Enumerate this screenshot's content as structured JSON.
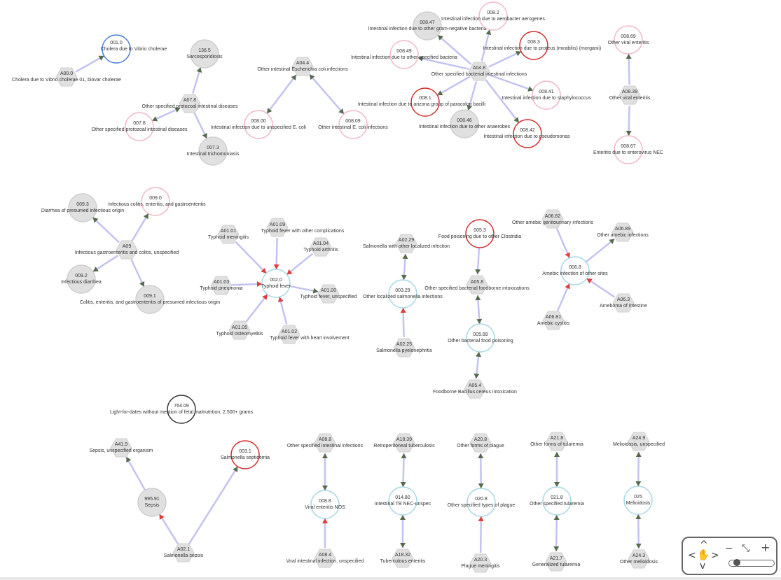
{
  "colors": {
    "edge": "#c3c3f2",
    "arrow_dark": "#556b4a",
    "arrow_red": "#e23b3b",
    "gray_fill": "#e0e0e0",
    "gray_stroke": "#cfcfcf",
    "pink_stroke": "#f1b8c6",
    "red_stroke": "#d32f2f",
    "blue_stroke": "#4a7fd6",
    "lightblue_stroke": "#a6d8e6",
    "dark_stroke": "#333333"
  },
  "nodes": [
    {
      "id": "n001_0",
      "shape": "circle",
      "style": "blue",
      "code": "001.0",
      "label": "Cholera due to Vibrio cholerae"
    },
    {
      "id": "nA00_0",
      "shape": "hex",
      "style": "gray",
      "code": "A00.0",
      "label": "Cholera due to Vibrio cholerae 01, biovar cholerae"
    },
    {
      "id": "n136_5",
      "shape": "circle",
      "style": "gray",
      "code": "136.5",
      "label": "Sarcosporidiosis"
    },
    {
      "id": "nA07_8",
      "shape": "hex",
      "style": "gray",
      "code": "A07.8",
      "label": "Other specified protozoal intestinal diseases"
    },
    {
      "id": "n007_8",
      "shape": "circle",
      "style": "pink",
      "code": "007.8",
      "label": "Other specified protozoal intestinal diseases"
    },
    {
      "id": "n007_3",
      "shape": "circle",
      "style": "gray",
      "code": "007.3",
      "label": "Intestinal trichomoniasis"
    },
    {
      "id": "nA04_4",
      "shape": "hex",
      "style": "gray",
      "code": "A04.4",
      "label": "Other intestinal Escherichia coli infections"
    },
    {
      "id": "n008_00",
      "shape": "circle",
      "style": "pink",
      "code": "008.00",
      "label": "Intestinal infection due to unspecified E. coli"
    },
    {
      "id": "n008_09",
      "shape": "circle",
      "style": "pink",
      "code": "008.09",
      "label": "Other intestinal E. coli infections"
    },
    {
      "id": "n008_47",
      "shape": "circle",
      "style": "gray",
      "code": "008.47",
      "label": "Intestinal infection due to other gram-negative bacteria"
    },
    {
      "id": "n008_2",
      "shape": "circle",
      "style": "pink",
      "code": "008.2",
      "label": "Intestinal infection due to aerobacter aerogenes"
    },
    {
      "id": "n008_49",
      "shape": "circle",
      "style": "pink",
      "code": "008.49",
      "label": "Intestinal infection due to other specified bacteria"
    },
    {
      "id": "n008_3",
      "shape": "circle",
      "style": "red",
      "code": "008.3",
      "label": "Intestinal infection due to proteus (mirabilis) (morganii)"
    },
    {
      "id": "nA04_8",
      "shape": "hex",
      "style": "gray",
      "code": "A04.8",
      "label": "Other specified bacterial intestinal infections"
    },
    {
      "id": "n008_41",
      "shape": "circle",
      "style": "pink",
      "code": "008.41",
      "label": "Intestinal infection due to staphylococcus"
    },
    {
      "id": "n008_1",
      "shape": "circle",
      "style": "red",
      "code": "008.1",
      "label": "Intestinal infection due to arizona group of paracolon bacilli"
    },
    {
      "id": "n008_46",
      "shape": "circle",
      "style": "gray",
      "code": "008.46",
      "label": "Intestinal infection due to other anaerobes"
    },
    {
      "id": "n008_42",
      "shape": "circle",
      "style": "red",
      "code": "008.42",
      "label": "Intestinal infection due to pseudomonas"
    },
    {
      "id": "n008_69",
      "shape": "circle",
      "style": "pink",
      "code": "008.69",
      "label": "Other viral enteritis"
    },
    {
      "id": "nA08_39",
      "shape": "hex",
      "style": "gray",
      "code": "A08.39",
      "label": "Other viral enteritis"
    },
    {
      "id": "n008_67",
      "shape": "circle",
      "style": "pink",
      "code": "008.67",
      "label": "Enteritis due to enterovirus NEC"
    },
    {
      "id": "n009_3",
      "shape": "circle",
      "style": "gray",
      "code": "009.3",
      "label": "Diarrhea of presumed infectious origin"
    },
    {
      "id": "n009_0",
      "shape": "circle",
      "style": "pink",
      "code": "009.0",
      "label": "Infectious colitis, enteritis, and gastroenteritis"
    },
    {
      "id": "nA09",
      "shape": "hex",
      "style": "gray",
      "code": "A09",
      "label": "Infectious gastroenteritis and colitis, unspecified"
    },
    {
      "id": "n009_2",
      "shape": "circle",
      "style": "gray",
      "code": "009.2",
      "label": "Infectious diarrhea"
    },
    {
      "id": "n009_1",
      "shape": "circle",
      "style": "gray",
      "code": "009.1",
      "label": "Colitis, enteritis, and gastroenteritis of presumed infectious origin"
    },
    {
      "id": "nA01_01",
      "shape": "hex",
      "style": "gray",
      "code": "A01.01",
      "label": "Typhoid meningitis"
    },
    {
      "id": "nA01_09",
      "shape": "hex",
      "style": "gray",
      "code": "A01.09",
      "label": "Typhoid fever with other complications"
    },
    {
      "id": "nA01_04",
      "shape": "hex",
      "style": "gray",
      "code": "A01.04",
      "label": "Typhoid arthritis"
    },
    {
      "id": "nA01_03",
      "shape": "hex",
      "style": "gray",
      "code": "A01.03",
      "label": "Typhoid pneumonia"
    },
    {
      "id": "n002_0",
      "shape": "circle",
      "style": "lightblue",
      "code": "002.0",
      "label": "Typhoid fever"
    },
    {
      "id": "nA01_00",
      "shape": "hex",
      "style": "gray",
      "code": "A01.00",
      "label": "Typhoid fever, unspecified"
    },
    {
      "id": "nA01_05",
      "shape": "hex",
      "style": "gray",
      "code": "A01.05",
      "label": "Typhoid osteomyelitis"
    },
    {
      "id": "nA01_02",
      "shape": "hex",
      "style": "gray",
      "code": "A01.02",
      "label": "Typhoid fever with heart involvement"
    },
    {
      "id": "nA02_29",
      "shape": "hex",
      "style": "gray",
      "code": "A02.29",
      "label": "Salmonella with other localized infection"
    },
    {
      "id": "n003_29",
      "shape": "circle",
      "style": "lightblue",
      "code": "003.29",
      "label": "Other localized salmonella infections"
    },
    {
      "id": "nA02_25",
      "shape": "hex",
      "style": "gray",
      "code": "A02.25",
      "label": "Salmonella pyelonephritis"
    },
    {
      "id": "n005_3",
      "shape": "circle",
      "style": "red",
      "code": "005.3",
      "label": "Food poisoning due to other Clostridia"
    },
    {
      "id": "nA05_8",
      "shape": "hex",
      "style": "gray",
      "code": "A05.8",
      "label": "Other specified bacterial foodborne intoxications"
    },
    {
      "id": "n005_89",
      "shape": "circle",
      "style": "lightblue",
      "code": "005.89",
      "label": "Other bacterial food poisoning"
    },
    {
      "id": "nA05_4",
      "shape": "hex",
      "style": "gray",
      "code": "A05.4",
      "label": "Foodborne Bacillus cereus intoxication"
    },
    {
      "id": "nA06_82",
      "shape": "hex",
      "style": "gray",
      "code": "A06.82",
      "label": "Other amebic genitourinary infections"
    },
    {
      "id": "nA06_89",
      "shape": "hex",
      "style": "gray",
      "code": "A06.89",
      "label": "Other amebic infections"
    },
    {
      "id": "n006_8",
      "shape": "circle",
      "style": "lightblue",
      "code": "006.8",
      "label": "Amebic infection of other sites"
    },
    {
      "id": "nA06_3",
      "shape": "hex",
      "style": "gray",
      "code": "A06.3",
      "label": "Ameboma of intestine"
    },
    {
      "id": "nA06_81",
      "shape": "hex",
      "style": "gray",
      "code": "A06.81",
      "label": "Amebic cystitis"
    },
    {
      "id": "n764_09",
      "shape": "circle",
      "style": "dark",
      "code": "764.09",
      "label": "Light-for-dates without mention of fetal malnutrition, 2,500+ grams"
    },
    {
      "id": "nA41_9",
      "shape": "hex",
      "style": "gray",
      "code": "A41.9",
      "label": "Sepsis, unspecified organism"
    },
    {
      "id": "n003_1",
      "shape": "circle",
      "style": "red",
      "code": "003.1",
      "label": "Salmonella septicemia"
    },
    {
      "id": "n995_91",
      "shape": "circle",
      "style": "gray",
      "code": "995.91",
      "label": "Sepsis"
    },
    {
      "id": "nA02_1",
      "shape": "hex",
      "style": "gray",
      "code": "A02.1",
      "label": "Salmonella sepsis"
    },
    {
      "id": "nA08_8",
      "shape": "hex",
      "style": "gray",
      "code": "A08.8",
      "label": "Other specified intestinal infections"
    },
    {
      "id": "n008_8",
      "shape": "circle",
      "style": "lightblue",
      "code": "008.8",
      "label": "Viral enteritis NOS"
    },
    {
      "id": "nA08_4",
      "shape": "hex",
      "style": "gray",
      "code": "A08.4",
      "label": "Viral intestinal infection, unspecified"
    },
    {
      "id": "nA18_39",
      "shape": "hex",
      "style": "gray",
      "code": "A18.39",
      "label": "Retroperitoneal tuberculosis"
    },
    {
      "id": "n014_80",
      "shape": "circle",
      "style": "lightblue",
      "code": "014.80",
      "label": "Intestinal TB NEC-unspec"
    },
    {
      "id": "nA18_32",
      "shape": "hex",
      "style": "gray",
      "code": "A18.32",
      "label": "Tuberculous enteritis"
    },
    {
      "id": "nA20_8",
      "shape": "hex",
      "style": "gray",
      "code": "A20.8",
      "label": "Other forms of plague"
    },
    {
      "id": "n020_8",
      "shape": "circle",
      "style": "lightblue",
      "code": "020.8",
      "label": "Other specified types of plague"
    },
    {
      "id": "nA20_3",
      "shape": "hex",
      "style": "gray",
      "code": "A20.3",
      "label": "Plague meningitis"
    },
    {
      "id": "nA21_8",
      "shape": "hex",
      "style": "gray",
      "code": "A21.8",
      "label": "Other forms of tularemia"
    },
    {
      "id": "n021_8",
      "shape": "circle",
      "style": "lightblue",
      "code": "021.8",
      "label": "Other specified tularemia"
    },
    {
      "id": "nA21_7",
      "shape": "hex",
      "style": "gray",
      "code": "A21.7",
      "label": "Generalized tularemia"
    },
    {
      "id": "nA24_9",
      "shape": "hex",
      "style": "gray",
      "code": "A24.9",
      "label": "Melioidosis, unspecified"
    },
    {
      "id": "n025",
      "shape": "circle",
      "style": "lightblue",
      "code": "025",
      "label": "Melioidosis"
    },
    {
      "id": "nA24_3",
      "shape": "hex",
      "style": "gray",
      "code": "A24.3",
      "label": "Other melioidosis"
    }
  ],
  "edges": [
    {
      "from": "nA00_0",
      "to": "n001_0",
      "arrows": "end",
      "color": "dark"
    },
    {
      "from": "nA07_8",
      "to": "n136_5",
      "arrows": "end",
      "color": "dark"
    },
    {
      "from": "nA07_8",
      "to": "n007_8",
      "arrows": "both",
      "color": "dark"
    },
    {
      "from": "nA07_8",
      "to": "n007_3",
      "arrows": "end",
      "color": "dark"
    },
    {
      "from": "nA04_4",
      "to": "n008_00",
      "arrows": "both",
      "color": "dark"
    },
    {
      "from": "nA04_4",
      "to": "n008_09",
      "arrows": "both",
      "color": "dark"
    },
    {
      "from": "nA04_8",
      "to": "n008_47",
      "arrows": "end",
      "color": "dark"
    },
    {
      "from": "nA04_8",
      "to": "n008_2",
      "arrows": "end",
      "color": "dark"
    },
    {
      "from": "nA04_8",
      "to": "n008_49",
      "arrows": "end",
      "color": "dark"
    },
    {
      "from": "nA04_8",
      "to": "n008_3",
      "arrows": "end",
      "color": "dark"
    },
    {
      "from": "nA04_8",
      "to": "n008_41",
      "arrows": "end",
      "color": "dark"
    },
    {
      "from": "nA04_8",
      "to": "n008_1",
      "arrows": "end",
      "color": "dark"
    },
    {
      "from": "nA04_8",
      "to": "n008_46",
      "arrows": "end",
      "color": "dark"
    },
    {
      "from": "nA04_8",
      "to": "n008_42",
      "arrows": "end",
      "color": "dark"
    },
    {
      "from": "nA08_39",
      "to": "n008_69",
      "arrows": "end",
      "color": "dark"
    },
    {
      "from": "nA08_39",
      "to": "n008_67",
      "arrows": "end",
      "color": "dark"
    },
    {
      "from": "nA09",
      "to": "n009_3",
      "arrows": "end",
      "color": "dark"
    },
    {
      "from": "nA09",
      "to": "n009_0",
      "arrows": "end",
      "color": "dark"
    },
    {
      "from": "nA09",
      "to": "n009_2",
      "arrows": "end",
      "color": "dark"
    },
    {
      "from": "nA09",
      "to": "n009_1",
      "arrows": "end",
      "color": "dark"
    },
    {
      "from": "nA01_01",
      "to": "n002_0",
      "arrows": "end",
      "color": "red"
    },
    {
      "from": "nA01_09",
      "to": "n002_0",
      "arrows": "end",
      "color": "red"
    },
    {
      "from": "nA01_04",
      "to": "n002_0",
      "arrows": "end",
      "color": "red"
    },
    {
      "from": "nA01_03",
      "to": "n002_0",
      "arrows": "end",
      "color": "red"
    },
    {
      "from": "n002_0",
      "to": "nA01_00",
      "arrows": "end",
      "color": "dark"
    },
    {
      "from": "nA01_05",
      "to": "n002_0",
      "arrows": "end",
      "color": "red"
    },
    {
      "from": "nA01_02",
      "to": "n002_0",
      "arrows": "end",
      "color": "red"
    },
    {
      "from": "nA02_29",
      "to": "n003_29",
      "arrows": "both",
      "color": "dark"
    },
    {
      "from": "nA02_25",
      "to": "n003_29",
      "arrows": "end",
      "color": "red"
    },
    {
      "from": "n005_3",
      "to": "nA05_8",
      "arrows": "end",
      "color": "dark"
    },
    {
      "from": "nA05_8",
      "to": "n005_89",
      "arrows": "both",
      "color": "dark"
    },
    {
      "from": "nA05_4",
      "to": "n005_89",
      "arrows": "both",
      "color": "dark"
    },
    {
      "from": "nA06_82",
      "to": "n006_8",
      "arrows": "end",
      "color": "red"
    },
    {
      "from": "n006_8",
      "to": "nA06_89",
      "arrows": "end",
      "color": "dark"
    },
    {
      "from": "nA06_3",
      "to": "n006_8",
      "arrows": "end",
      "color": "red"
    },
    {
      "from": "nA06_81",
      "to": "n006_8",
      "arrows": "end",
      "color": "red"
    },
    {
      "from": "n995_91",
      "to": "nA41_9",
      "arrows": "end",
      "color": "dark"
    },
    {
      "from": "nA02_1",
      "to": "n995_91",
      "arrows": "end",
      "color": "red"
    },
    {
      "from": "nA02_1",
      "to": "n003_1",
      "arrows": "end",
      "color": "dark"
    },
    {
      "from": "nA08_8",
      "to": "n008_8",
      "arrows": "both",
      "color": "dark"
    },
    {
      "from": "nA08_4",
      "to": "n008_8",
      "arrows": "end",
      "color": "red"
    },
    {
      "from": "nA18_39",
      "to": "n014_80",
      "arrows": "both",
      "color": "dark"
    },
    {
      "from": "nA18_32",
      "to": "n014_80",
      "arrows": "both",
      "color": "dark"
    },
    {
      "from": "nA20_8",
      "to": "n020_8",
      "arrows": "both",
      "color": "dark"
    },
    {
      "from": "nA20_3",
      "to": "n020_8",
      "arrows": "end",
      "color": "red"
    },
    {
      "from": "nA21_8",
      "to": "n021_8",
      "arrows": "both",
      "color": "dark"
    },
    {
      "from": "nA21_7",
      "to": "n021_8",
      "arrows": "both",
      "color": "dark"
    },
    {
      "from": "nA24_9",
      "to": "n025",
      "arrows": "both",
      "color": "dark"
    },
    {
      "from": "nA24_3",
      "to": "n025",
      "arrows": "both",
      "color": "dark"
    }
  ],
  "controls": {
    "pan_up": "^",
    "pan_down": "v",
    "pan_left": "<",
    "pan_right": ">",
    "zoom_out": "−",
    "zoom_in": "+",
    "fit": "⤡",
    "pan_icon": "hand-icon"
  }
}
